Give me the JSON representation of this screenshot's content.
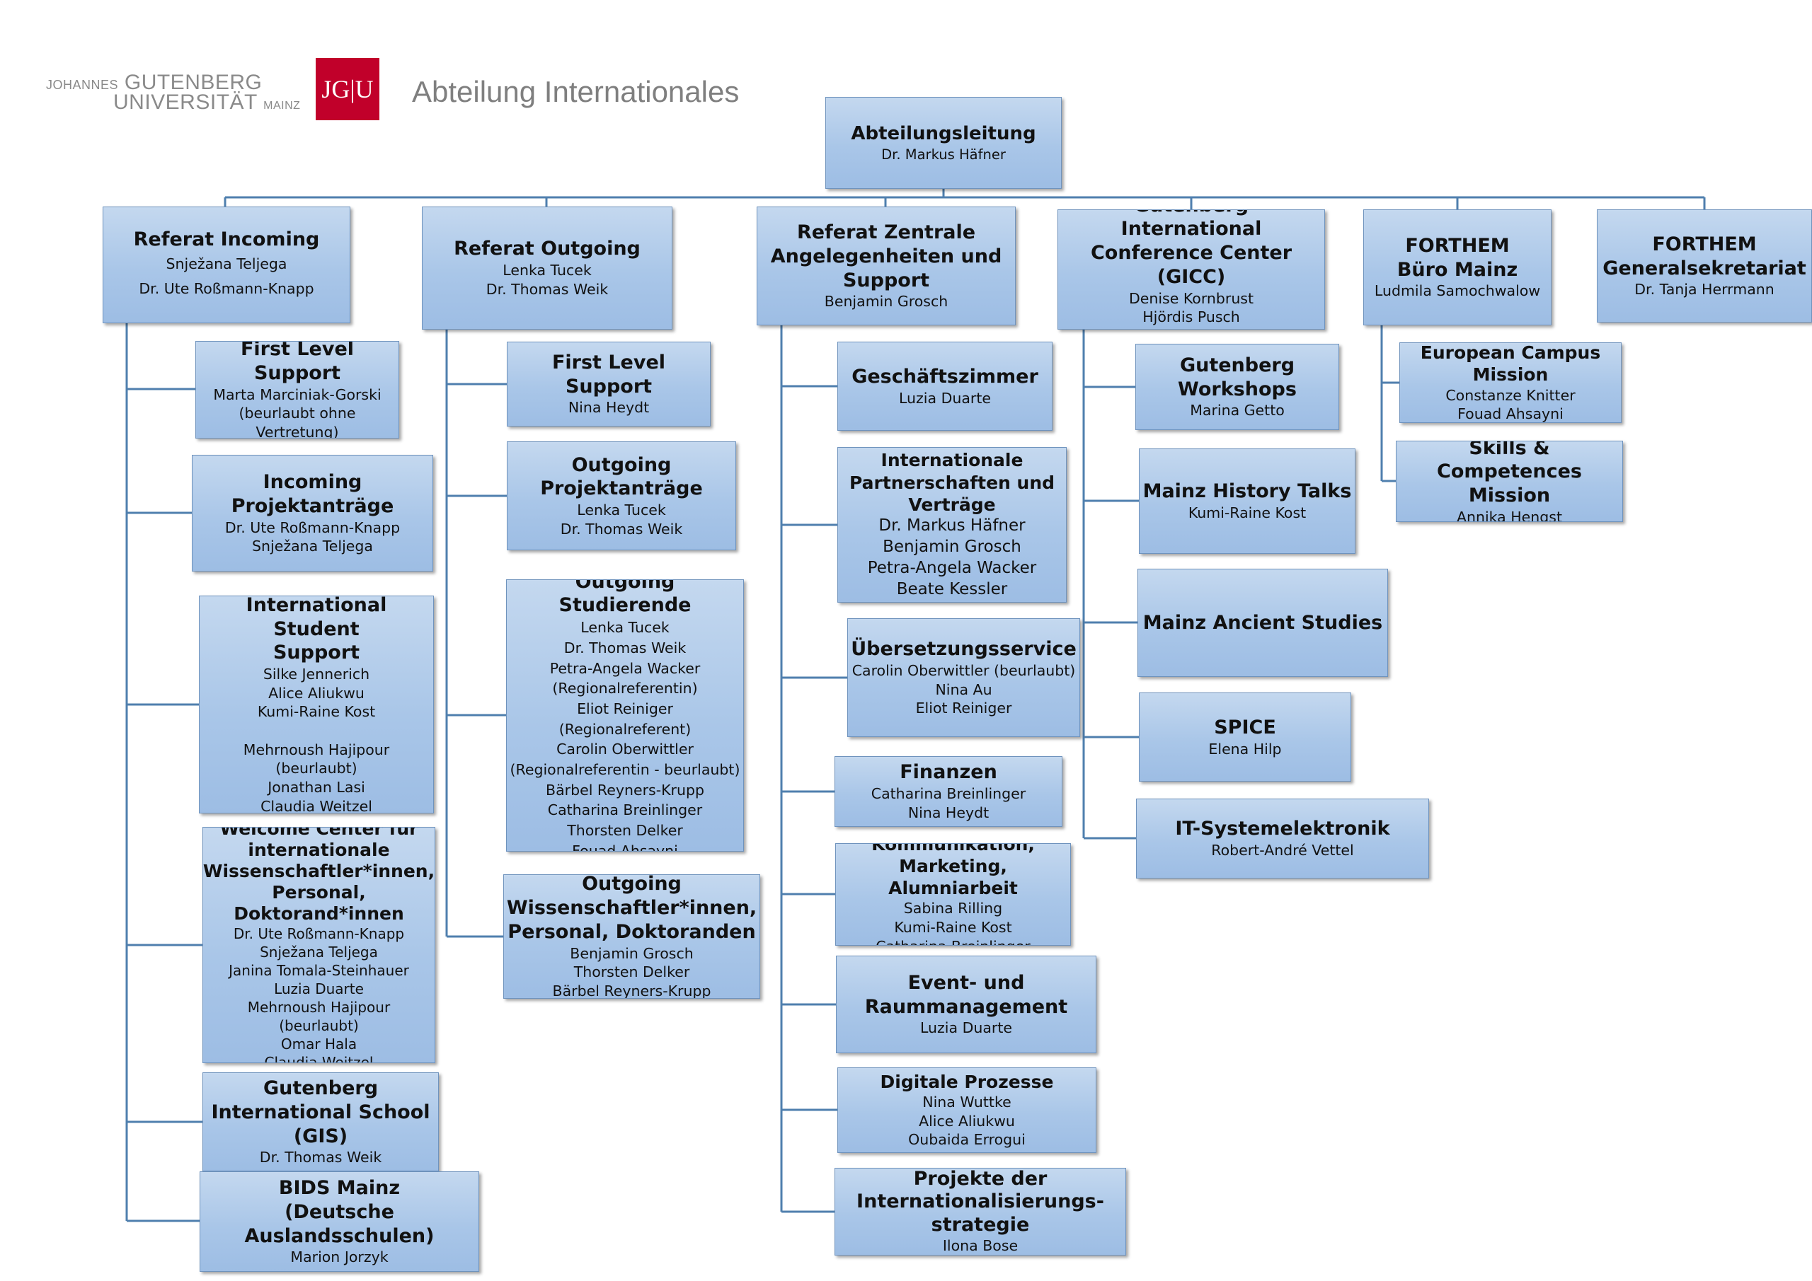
{
  "header": {
    "logo_line1_small": "JOHANNES",
    "logo_line1": "GUTENBERG",
    "logo_line2": "UNIVERSITÄT",
    "logo_line2_small": "MAINZ",
    "logo_mark": "JG|U",
    "logo_mark_color": "#c1002a",
    "department": "Abteilung Internationales"
  },
  "colors": {
    "box_fill": "#a9c6e8",
    "box_border": "#6f93bd",
    "connector": "#4f7fae"
  },
  "root": {
    "title": "Abteilungsleitung",
    "people": "Dr. Markus Häfner"
  },
  "columns": [
    {
      "title": "Referat Incoming",
      "people": "Snježana Teljega\nDr. Ute Roßmann-Knapp",
      "children": [
        {
          "title": "First Level Support",
          "people": "Marta Marciniak-Gorski\n(beurlaubt ohne Vertretung)"
        },
        {
          "title": "Incoming\nProjektanträge",
          "people": "Dr. Ute Roßmann-Knapp\nSnježana Teljega"
        },
        {
          "title": "International Student\nSupport",
          "people": "Silke Jennerich\nAlice Aliukwu\nKumi-Raine Kost\n\nMehrnoush Hajipour (beurlaubt)\nJonathan Lasi\nClaudia Weitzel"
        },
        {
          "title": "Welcome Center für\ninternationale\nWissenschaftler*innen,\nPersonal,\nDoktorand*innen",
          "people": "Dr. Ute Roßmann-Knapp\nSnježana Teljega\nJanina Tomala-Steinhauer\nLuzia Duarte\nMehrnoush Hajipour (beurlaubt)\nOmar Hala\nClaudia Weitzel"
        },
        {
          "title": "Gutenberg\nInternational School\n(GIS)",
          "people": "Dr. Thomas Weik"
        },
        {
          "title": "BIDS Mainz\n(Deutsche Auslandsschulen)",
          "people": "Marion Jorzyk"
        }
      ]
    },
    {
      "title": "Referat Outgoing",
      "people": "Lenka Tucek\nDr. Thomas Weik",
      "children": [
        {
          "title": "First Level Support",
          "people": "Nina Heydt"
        },
        {
          "title": "Outgoing\nProjektanträge",
          "people": "Lenka Tucek\nDr. Thomas Weik"
        },
        {
          "title": "Outgoing Studierende",
          "people": "Lenka Tucek\nDr. Thomas Weik\nPetra-Angela Wacker\n(Regionalreferentin)\nEliot Reiniger (Regionalreferent)\nCarolin Oberwittler\n(Regionalreferentin - beurlaubt)\nBärbel Reyners-Krupp\nCatharina Breinlinger\nThorsten Delker\nFouad Ahsayni"
        },
        {
          "title": "Outgoing\nWissenschaftler*innen,\nPersonal, Doktoranden",
          "people": "Benjamin Grosch\nThorsten Delker\nBärbel Reyners-Krupp"
        }
      ]
    },
    {
      "title": "Referat Zentrale\nAngelegenheiten und\nSupport",
      "people": "Benjamin Grosch",
      "children": [
        {
          "title": "Geschäftszimmer",
          "people": "Luzia Duarte"
        },
        {
          "title": "Internationale\nPartnerschaften und\nVerträge",
          "people": "Dr. Markus Häfner\nBenjamin Grosch\nPetra-Angela Wacker\nBeate Kessler"
        },
        {
          "title": "Übersetzungsservice",
          "people": "Carolin Oberwittler (beurlaubt)\nNina Au\nEliot Reiniger"
        },
        {
          "title": "Finanzen",
          "people": "Catharina Breinlinger\nNina Heydt"
        },
        {
          "title": "Kommunikation,\nMarketing, Alumniarbeit",
          "people": "Sabina Rilling\nKumi-Raine Kost\nCatharina Breinlinger"
        },
        {
          "title": "Event- und\nRaummanagement",
          "people": "Luzia Duarte"
        },
        {
          "title": "Digitale Prozesse",
          "people": "Nina Wuttke\nAlice Aliukwu\nOubaida Errogui"
        },
        {
          "title": "Projekte der\nInternationalisierungs-\nstrategie",
          "people": "Ilona Bose"
        }
      ]
    },
    {
      "title": "Gutenberg International\nConference Center (GICC)",
      "people": "Denise Kornbrust\nHjördis Pusch\nSabina Rilling",
      "children": [
        {
          "title": "Gutenberg\nWorkshops",
          "people": "Marina Getto"
        },
        {
          "title": "Mainz History Talks",
          "people": "Kumi-Raine Kost"
        },
        {
          "title": "Mainz Ancient Studies",
          "people": ""
        },
        {
          "title": "SPICE",
          "people": "Elena Hilp"
        },
        {
          "title": "IT-Systemelektronik",
          "people": "Robert-André Vettel"
        }
      ]
    },
    {
      "title": "FORTHEM\nBüro Mainz",
      "people": "Ludmila Samochwalow",
      "children": [
        {
          "title": "European Campus\nMission",
          "people": "Constanze Knitter\nFouad Ahsayni"
        },
        {
          "title": "Skills & Competences\nMission",
          "people": "Annika Hengst"
        }
      ]
    },
    {
      "title": "FORTHEM\nGeneralsekretariat",
      "people": "Dr. Tanja Herrmann",
      "children": []
    }
  ]
}
